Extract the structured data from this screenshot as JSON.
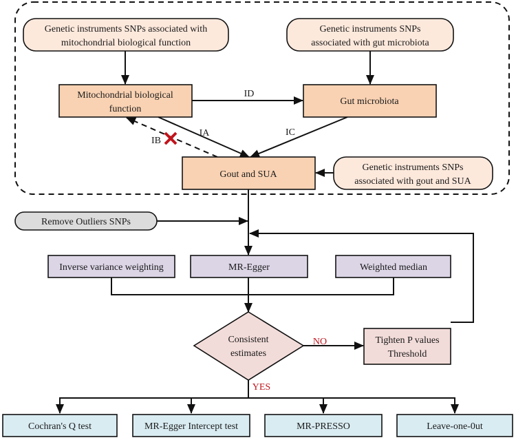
{
  "colors": {
    "instrument_fill": "#fde9dc",
    "exposure_fill": "#f9d2b3",
    "method_fill": "#dcd5e6",
    "decision_fill": "#f2dcd9",
    "sensitivity_fill": "#d9ecf2",
    "outlier_fill": "#dcdcdc",
    "cross_red": "#c0141c",
    "label_red": "#c0141c"
  },
  "instruments": {
    "mito": [
      "Genetic instruments SNPs associated with",
      "mitochondrial biological function"
    ],
    "gut": [
      "Genetic instruments SNPs",
      "associated with gut microbiota"
    ],
    "gout": [
      "Genetic instruments SNPs",
      "associated with gout and SUA"
    ]
  },
  "nodes": {
    "mito": [
      "Mitochondrial biological",
      "function"
    ],
    "gut": "Gut microbiota",
    "gout": "Gout and SUA"
  },
  "edges": {
    "ia": "IA",
    "ib": "IB",
    "ic": "IC",
    "id": "ID"
  },
  "outliers": "Remove Outliers SNPs",
  "methods": [
    "Inverse variance weighting",
    "MR-Egger",
    "Weighted median"
  ],
  "decision": [
    "Consistent",
    "estimates"
  ],
  "branch": {
    "no": "NO",
    "yes": "YES"
  },
  "tighten": [
    "Tighten P values",
    "Threshold"
  ],
  "sensitivity": [
    "Cochran's Q test",
    "MR-Egger Intercept test",
    "MR-PRESSO",
    "Leave-one-0ut"
  ]
}
